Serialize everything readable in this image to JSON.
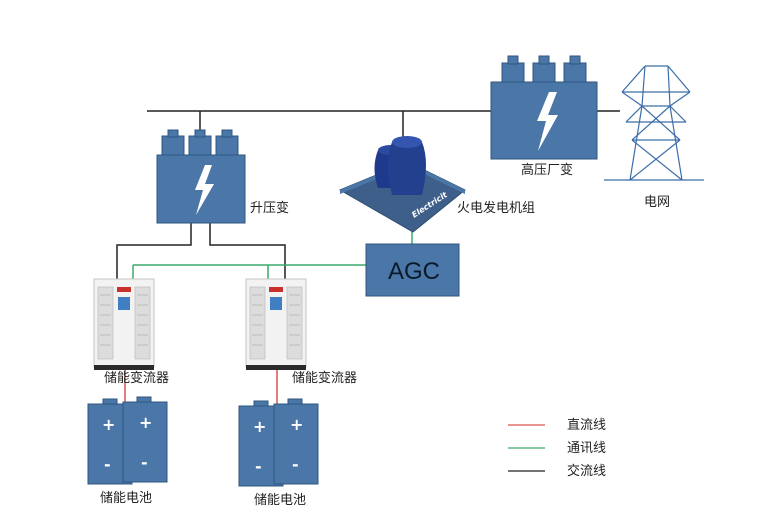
{
  "colors": {
    "equipment_fill": "#4a76a8",
    "equipment_stroke": "#2f5580",
    "dc_line": "#d9534f",
    "comm_line": "#3aaa6b",
    "ac_line": "#222222"
  },
  "labels": {
    "booster_transformer": "升压变",
    "thermal_unit": "火电发电机组",
    "plant_hv_transformer": "高压厂变",
    "power_grid": "电网",
    "agc": "AGC",
    "pcs_1": "储能变流器",
    "pcs_2": "储能变流器",
    "battery_1": "储能电池",
    "battery_2": "储能电池",
    "thermal_brand": "Electricit",
    "plus": "+",
    "minus": "-"
  },
  "legend": [
    {
      "key": "dc",
      "label": "直流线",
      "color": "#d9534f"
    },
    {
      "key": "comm",
      "label": "通讯线",
      "color": "#3aaa6b"
    },
    {
      "key": "ac",
      "label": "交流线",
      "color": "#222222"
    }
  ],
  "icons": [
    "transformer-icon",
    "lightning-icon",
    "cooling-tower-icon",
    "transmission-tower-icon",
    "converter-cabinet-icon",
    "battery-icon"
  ]
}
